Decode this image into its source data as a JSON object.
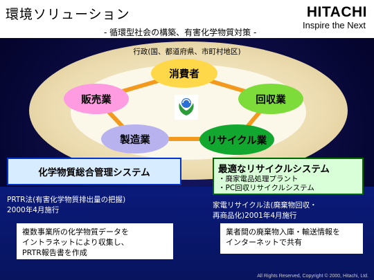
{
  "header": {
    "title": "環境ソリューション",
    "subtitle": "- 循環型社会の構築、有害化学物質対策 -",
    "brand": "HITACHI",
    "tagline": "Inspire the Next"
  },
  "diagram": {
    "government_label": "行政(国、都道府県、市町村地区)",
    "nodes": {
      "consumer": "消費者",
      "sales": "販売業",
      "collection": "回収業",
      "manufacturing": "製造業",
      "recycling": "リサイクル業"
    },
    "colors": {
      "consumer": "#ffd84a",
      "sales": "#ff9be0",
      "collection": "#7edc3a",
      "manufacturing": "#b8b2ee",
      "recycling": "#12a830",
      "ring": "#f39a1e"
    }
  },
  "left_panel": {
    "title": "化学物質総合管理システム",
    "note_line1": "PRTR法(有害化学物質排出量の把握)",
    "note_line2": "2000年4月施行",
    "box_line1": "複数事業所の化学物質データを",
    "box_line2": "イントラネットにより収集し、",
    "box_line3": "PRTR報告書を作成"
  },
  "right_panel": {
    "title": "最適なリサイクルシステム",
    "item1": "・廃家電品処理プラント",
    "item2": "・PC回収リサイクルシステム",
    "note_line1": "家電リサイクル法(廃棄物回収・",
    "note_line2": "再商品化)2001年4月施行",
    "box_line1": "業者間の廃棄物入庫・輸送情報を",
    "box_line2": "インターネットで共有"
  },
  "footer": {
    "copyright": "All Rights Reserved, Copyright © 2000, Hitachi, Ltd."
  }
}
